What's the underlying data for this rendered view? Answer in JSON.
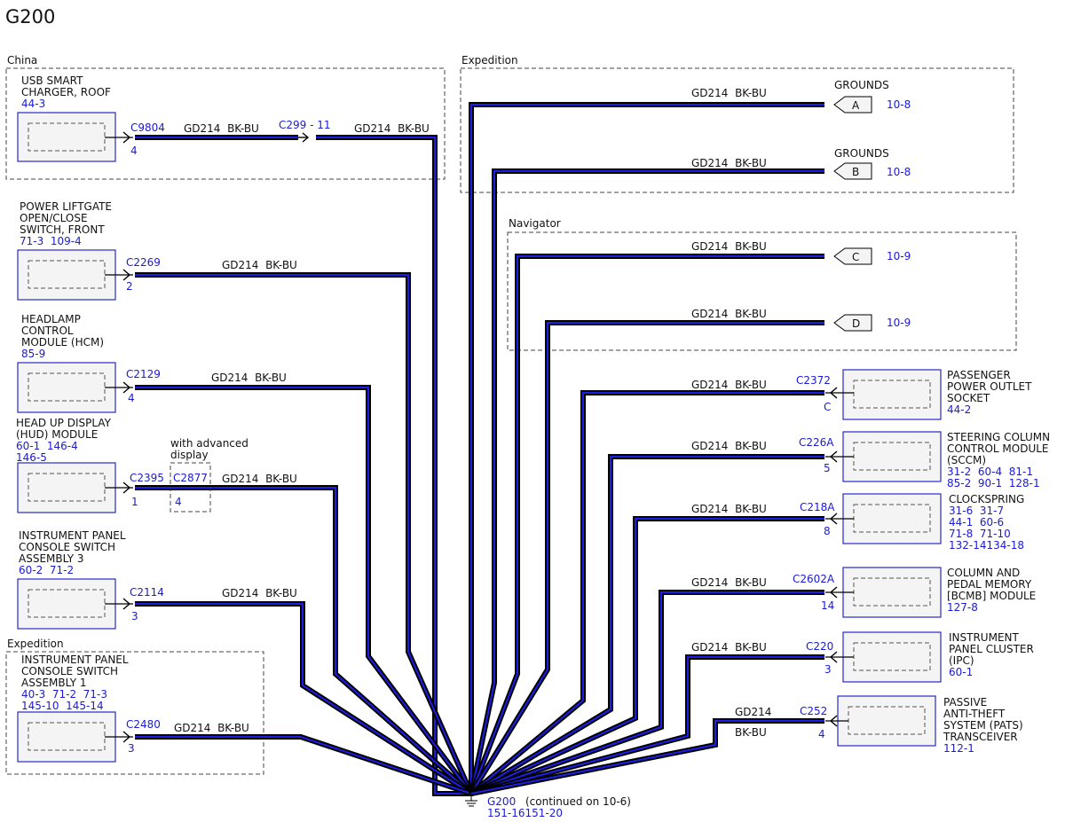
{
  "title": "G200",
  "regions": {
    "china": "China",
    "expedition_top": "Expedition",
    "navigator": "Navigator",
    "expedition_left": "Expedition"
  },
  "option_label": [
    "with advanced",
    "display"
  ],
  "left_components": [
    {
      "name": [
        "USB SMART",
        "CHARGER, ROOF"
      ],
      "refs": [
        "44-3"
      ],
      "connector": "C9804",
      "pin": "4",
      "wire": "GD214  BK-BU",
      "inline": {
        "connector": "C299 - 11",
        "wire": "GD214  BK-BU"
      }
    },
    {
      "name": [
        "POWER LIFTGATE",
        "OPEN/CLOSE",
        "SWITCH, FRONT"
      ],
      "refs": [
        "71-3  109-4"
      ],
      "connector": "C2269",
      "pin": "2",
      "wire": "GD214  BK-BU"
    },
    {
      "name": [
        "HEADLAMP",
        "CONTROL",
        "MODULE (HCM)"
      ],
      "refs": [
        "85-9"
      ],
      "connector": "C2129",
      "pin": "4",
      "wire": "GD214  BK-BU"
    },
    {
      "name": [
        "HEAD UP DISPLAY",
        "(HUD) MODULE"
      ],
      "refs": [
        "60-1  146-4",
        "146-5"
      ],
      "connector": "C2395",
      "pin": "1",
      "inline": {
        "connector": "C2877",
        "pin": "4"
      },
      "wire": "GD214  BK-BU"
    },
    {
      "name": [
        "INSTRUMENT PANEL",
        "CONSOLE SWITCH",
        "ASSEMBLY 3"
      ],
      "refs": [
        "60-2  71-2"
      ],
      "connector": "C2114",
      "pin": "3",
      "wire": "GD214  BK-BU"
    },
    {
      "name": [
        "INSTRUMENT PANEL",
        "CONSOLE SWITCH",
        "ASSEMBLY 1"
      ],
      "refs": [
        "40-3  71-2  71-3",
        "145-10  145-14"
      ],
      "connector": "C2480",
      "pin": "3",
      "wire": "GD214  BK-BU"
    }
  ],
  "grounds": [
    {
      "title": "GROUNDS",
      "letter": "A",
      "ref": "10-8",
      "wire": "GD214  BK-BU"
    },
    {
      "title": "GROUNDS",
      "letter": "B",
      "ref": "10-8",
      "wire": "GD214  BK-BU"
    },
    {
      "title": "",
      "letter": "C",
      "ref": "10-9",
      "wire": "GD214  BK-BU"
    },
    {
      "title": "",
      "letter": "D",
      "ref": "10-9",
      "wire": "GD214  BK-BU"
    }
  ],
  "right_components": [
    {
      "name": [
        "PASSENGER",
        "POWER OUTLET",
        "SOCKET"
      ],
      "refs": [
        "44-2"
      ],
      "connector": "C2372",
      "pin": "C",
      "wire": "GD214  BK-BU"
    },
    {
      "name": [
        "STEERING COLUMN",
        "CONTROL MODULE",
        "(SCCM)"
      ],
      "refs": [
        "31-2  60-4  81-1",
        "85-2  90-1  128-1"
      ],
      "connector": "C226A",
      "pin": "5",
      "wire": "GD214  BK-BU"
    },
    {
      "name": [
        "CLOCKSPRING"
      ],
      "refs": [
        "31-6  31-7",
        "44-1  60-6",
        "71-8  71-10",
        "132-14134-18"
      ],
      "connector": "C218A",
      "pin": "8",
      "wire": "GD214  BK-BU"
    },
    {
      "name": [
        "COLUMN AND",
        "PEDAL MEMORY",
        "[BCMB] MODULE"
      ],
      "refs": [
        "127-8"
      ],
      "connector": "C2602A",
      "pin": "14",
      "wire": "GD214  BK-BU"
    },
    {
      "name": [
        "INSTRUMENT",
        "PANEL CLUSTER",
        "(IPC)"
      ],
      "refs": [
        "60-1"
      ],
      "connector": "C220",
      "pin": "3",
      "wire": "GD214  BK-BU"
    },
    {
      "name": [
        "PASSIVE",
        "ANTI-THEFT",
        "SYSTEM (PATS)",
        "TRANSCEIVER"
      ],
      "refs": [
        "112-1"
      ],
      "connector": "C252",
      "pin": "4",
      "wire": "GD214",
      "wire2": "BK-BU"
    }
  ],
  "ground_point": {
    "id": "G200",
    "note": "(continued on 10-6)",
    "refs": "151-16151-20"
  }
}
